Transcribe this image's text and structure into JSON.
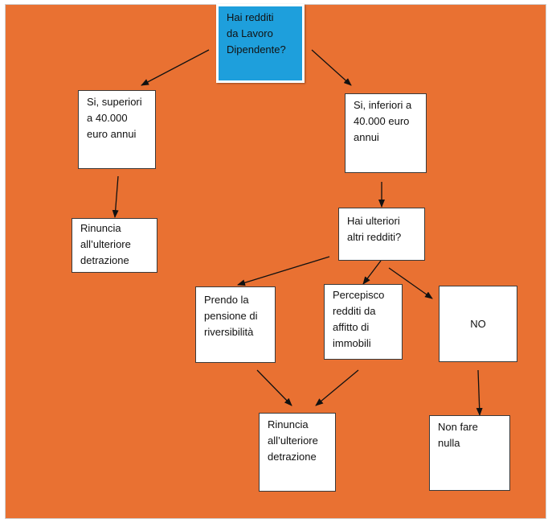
{
  "flowchart": {
    "nodes": {
      "q_main": "Hai redditi\nda Lavoro\nDipendente?",
      "yes_over": "Si, superiori\na 40.000\neuro annui",
      "yes_under": "Si, inferiori a\n40.000 euro\nannui",
      "renounce_left": "Rinuncia\nall’ulteriore\ndetrazione",
      "q_other": "Hai ulteriori\naltri redditi?",
      "pension": "Prendo la\npensione di\nriversibilità",
      "rent": "Percepisco\nredditi da\naffitto di\nimmobili",
      "no": "NO",
      "renounce_bottom": "Rinuncia\nall’ulteriore\ndetrazione",
      "do_nothing": "Non fare\nnulla"
    },
    "colors": {
      "background": "#e97132",
      "question_fill": "#1e9fdc",
      "box_fill": "#ffffff",
      "arrow": "#111111"
    }
  }
}
